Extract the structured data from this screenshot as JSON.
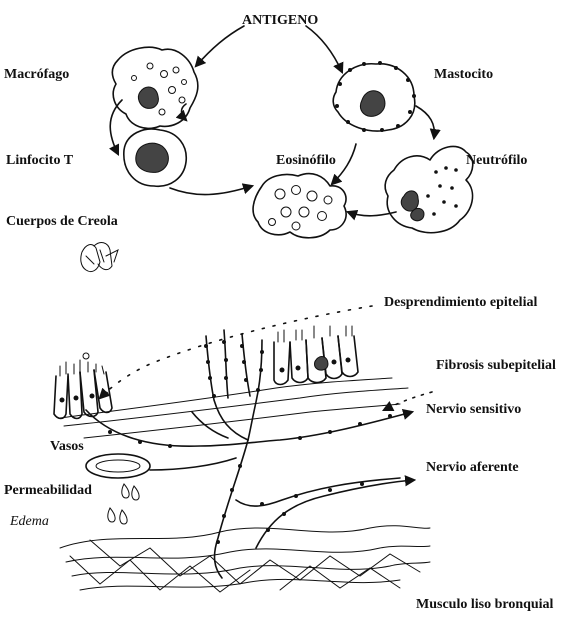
{
  "labels": {
    "antigen": "ANTIGENO",
    "macrophage": "Macrófago",
    "mast_cell": "Mastocito",
    "t_lymphocyte": "Linfocito T",
    "eosinophil": "Eosinófilo",
    "neutrophil": "Neutrófilo",
    "creola_bodies": "Cuerpos de Creola",
    "epithelial_shedding": "Desprendimiento epitelial",
    "subepithelial_fibrosis": "Fibrosis subepitelial",
    "sensory_nerve": "Nervio sensitivo",
    "vessels": "Vasos",
    "afferent_nerve": "Nervio aferente",
    "permeability": "Permeabilidad",
    "edema": "Edema",
    "bronchial_smooth_muscle": "Musculo liso bronquial"
  }
}
